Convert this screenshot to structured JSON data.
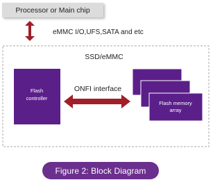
{
  "host": {
    "label": "Processor or Main chip"
  },
  "host_link": {
    "label": "eMMC I/O,UFS,SATA and etc"
  },
  "container": {
    "label": "SSD/eMMC"
  },
  "controller": {
    "label_line1": "Flash",
    "label_line2": "controller"
  },
  "bus": {
    "label": "ONFI interface"
  },
  "memory": {
    "label_line1": "Flash memory",
    "label_line2": "array"
  },
  "caption": {
    "label": "Figure 2:  Block Diagram"
  },
  "colors": {
    "purple": "#5b1f8a",
    "arrow_red": "#a01f28",
    "caption_bg": "#6b2f8e",
    "host_box": "#dcdcdc",
    "dashed_border": "#aaaaaa"
  }
}
